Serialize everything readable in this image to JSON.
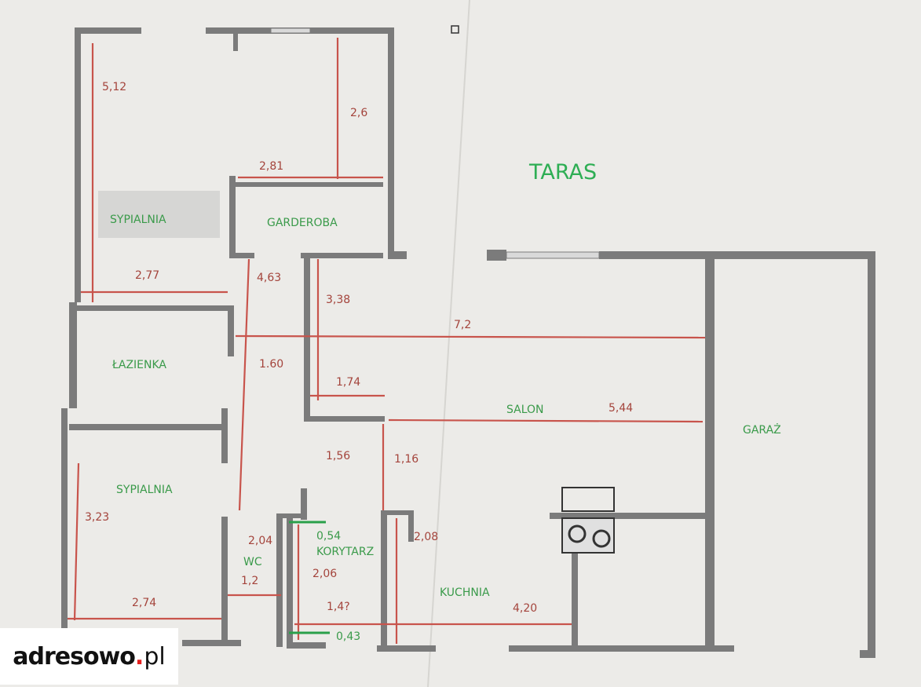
{
  "plan": {
    "title_terrace": "TARAS",
    "rooms": {
      "bedroom1": "SYPIALNIA",
      "wardrobe": "GARDEROBA",
      "bathroom": "ŁAZIENKA",
      "bedroom2": "SYPIALNIA",
      "wc": "WC",
      "corridor": "KORYTARZ",
      "living": "SALON",
      "kitchen": "KUCHNIA",
      "garage": "GARAŻ"
    },
    "dimensions": {
      "d_512": "5,12",
      "d_26": "2,6",
      "d_281": "2,81",
      "d_277": "2,77",
      "d_463": "4,63",
      "d_338": "3,38",
      "d_72": "7,2",
      "d_160": "1.60",
      "d_174": "1,74",
      "d_544": "5,44",
      "d_156": "1,56",
      "d_116": "1,16",
      "d_323": "3,23",
      "d_204": "2,04",
      "d_054": "0,54",
      "d_208": "2,08",
      "d_12": "1,2",
      "d_206": "2,06",
      "d_274": "2,74",
      "d_14q": "1,4?",
      "d_420": "4,20",
      "d_043": "0,43"
    },
    "colors": {
      "wall": "#7b7b7b",
      "measure_line": "#c8544c",
      "room_label": "#3a9a4a",
      "terrace_label": "#2eae54"
    }
  },
  "watermark": {
    "brand": "adresowo",
    "dot": ".",
    "tld": "pl"
  }
}
